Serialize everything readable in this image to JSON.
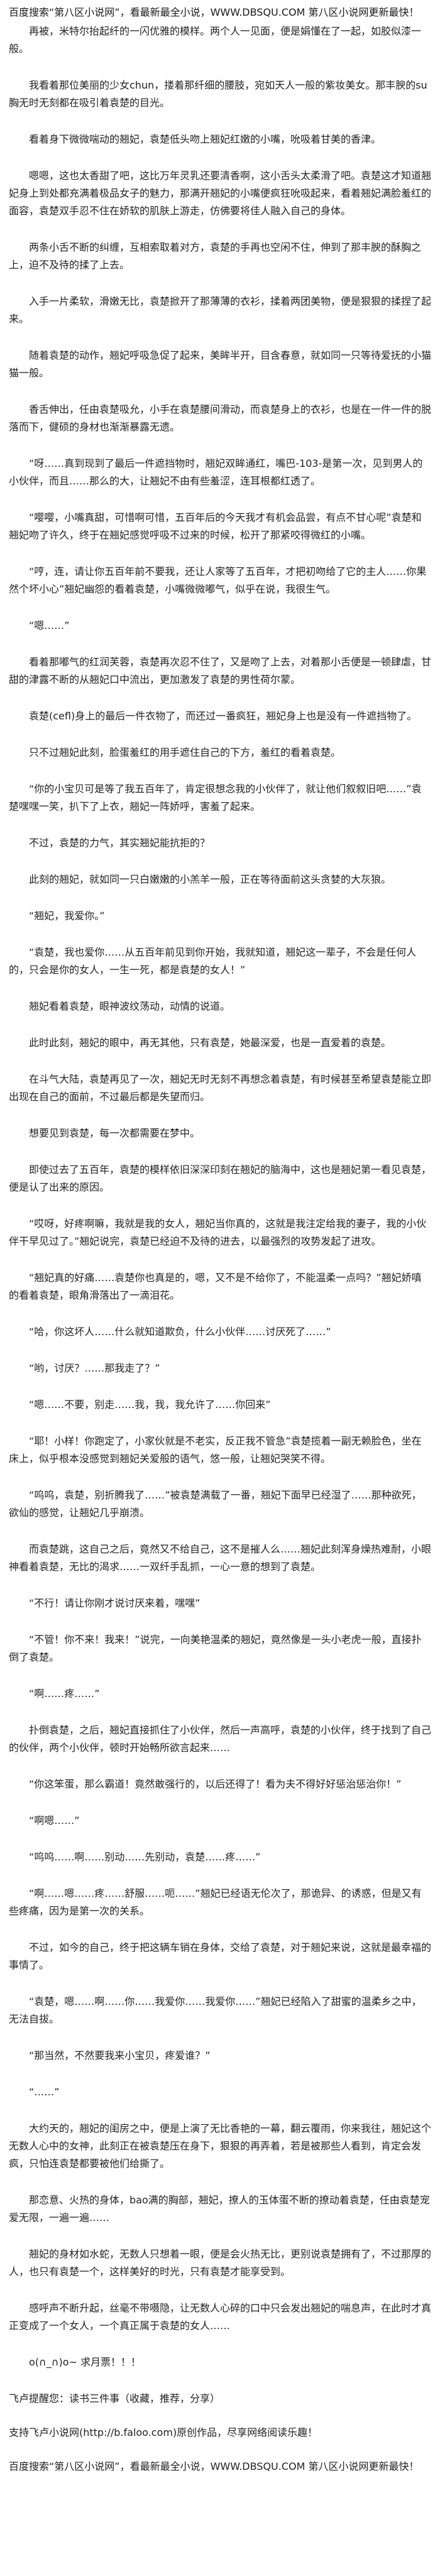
{
  "header": {
    "banner": "百度搜索“第八区小说网”，看最新最全小说，WWW.DBSQU.COM  第八区小说网更新最快！"
  },
  "paragraphs": [
    "再被，米特尔抬起纤的一闪优雅的模样。两个人一见面，便是娟懂在了一起，如胶似漆一般。",
    "我看着那位美丽的少女chun，搂着那纤细的腰肢，宛如天人一般的紫妆美女。那丰腴的su胸无时无刻都在吸引着袁楚的目光。",
    "看着身下微微喘动的翘妃，袁楚低头吻上翘妃红嫩的小嘴，吮吸着甘美的香津。",
    "嗯嗯，这也太香甜了吧，这比万年灵乳还要清香啊，这小舌头太柔滑了吧。袁楚这才知道翘妃身上到处都充满着极品女子的魅力，那满开翘妃的小嘴便疯狂吮吸起来，看着翘妃满脸羞红的面容，袁楚双手忍不住在娇软的肌肤上游走，仿佛要将佳人融入自己的身体。",
    "两条小舌不断的纠缠，互相索取着对方，袁楚的手再也空闲不住，伸到了那丰腴的酥胸之上，迫不及待的揉了上去。",
    "入手一片柔软，滑嫩无比，袁楚掀开了那薄薄的衣衫，揉着两团美物，便是狠狠的揉捏了起来。",
    "随着袁楚的动作，翘妃呼吸急促了起来，美眸半开，目含春意，就如同一只等待爱抚的小猫猫一般。",
    "香舌伸出，任由袁楚吸允，小手在袁楚腰间滑动，而袁楚身上的衣衫，也是在一件一件的脱落而下，健硕的身材也渐渐暴露无遗。",
    "“呀……真到现到了最后一件遮挡物时，翘妃双眸通红，嘴巴-103-是第一次，见到男人的小伙伴，而且……那么的大，让翘妃不由有些羞涩，连耳根都红透了。",
    "“嘤嘤，小嘴真甜，可惜啊可惜，五百年后的今天我才有机会品尝，有点不甘心呢”袁楚和翘妃吻了许久，终于在翘妃感觉呼吸不过来的时候，松开了那紧咬得微红的小嘴。",
    "“哼，连，请让你五百年前不要我，还让人家等了五百年，才把初吻给了它的主人……你果然个坏小心”翘妃幽怨的看着袁楚，小嘴微微嘟气，似乎在说，我很生气。",
    "“嗯……”",
    "看着那嘟气的红润芙蓉，袁楚再次忍不住了，又是吻了上去，对着那小舌便是一顿肆虐，甘甜的津露不断的从翘妃口中流出，更加激发了袁楚的男性荷尔蒙。",
    "袁楚(cefl)身上的最后一件衣物了，而还过一番疯狂，翘妃身上也是没有一件遮挡物了。",
    "只不过翘妃此刻，脸蛋羞红的用手遮住自己的下方，羞红的看着袁楚。",
    "“你的小宝贝可是等了我五百年了，肯定很想念我的小伙伴了，就让他们叙叙旧吧……”袁楚嘿嘿一笑，扒下了上衣，翘妃一阵娇呼，害羞了起来。",
    "不过，袁楚的力气，其实翘妃能抗拒的？",
    "此刻的翘妃，就如同一只白嫩嫩的小羔羊一般，正在等待面前这头贪婪的大灰狼。",
    "“翘妃，我爱你。”",
    "“袁楚，我也爱你……从五百年前见到你开始，我就知道，翘妃这一辈子，不会是任何人的，只会是你的女人，一生一死，都是袁楚的女人！”",
    "翘妃看着袁楚，眼神波纹荡动，动情的说道。",
    "此时此刻，翘妃的眼中，再无其他，只有袁楚，她最深爱，也是一直爱着的袁楚。",
    "在斗气大陆，袁楚再见了一次，翘妃无时无刻不再想念着袁楚，有时候甚至希望袁楚能立即出现在自己的面前，不过最后都是失望而归。",
    "想要见到袁楚，每一次都需要在梦中。",
    "即使过去了五百年，袁楚的模样依旧深深印刻在翘妃的脑海中，这也是翘妃第一看见袁楚，便是认了出来的原因。",
    "“哎呀，好疼啊嘛，我就是我的女人，翘妃当你真的，这就是我注定给我的妻子，我的小伙伴干早见过了。”翘妃说完，袁楚已经迫不及待的进去，以最强烈的攻势发起了进攻。",
    "“翘妃真的好痛……袁楚你也真是的，嗯，又不是不给你了，不能温柔一点吗？”翘妃娇嗔的看着袁楚，眼角滑落出了一滴泪花。",
    "“哈，你这坏人……什么就知道欺负，什么小伙伴……讨厌死了……”",
    "“哟，讨厌？……那我走了？”",
    "“嗯……不要，别走……我，我，我允许了……你回来”",
    "“耶！小样！你跑定了，小家伙就是不老实，反正我不管急”袁楚揽着一副无赖脸色，坐在床上，似乎根本没感觉到翘妃关爱般的语气，悠一般，让翘妃哭笑不得。",
    "“呜呜，袁楚，别折腾我了……”被袁楚满载了一番，翘妃下面早已经湿了……那种欲死，欲仙的感觉，让翘妃几乎崩溃。",
    "而袁楚跳，这自己之后，竟然又不给自己，这不是摧人么……翘妃此刻浑身燥热难耐，小眼神看着袁楚，无比的渴求……一双纤手乱抓，一心一意的想到了袁楚。",
    "“不行！请让你刚才说讨厌来着，嘿嘿”",
    "“不管！你不来！我来！”说完，一向美艳温柔的翘妃，竟然像是一头小老虎一般，直接扑倒了袁楚。",
    "“啊……疼……”",
    "扑倒袁楚，之后，翘妃直接抓住了小伙伴，然后一声高呼，袁楚的小伙伴，终于找到了自己的伙伴，两个小伙伴，顿时开始畅所欲言起来……",
    "“你这笨蛋，那么霸道！竟然敢强行的，以后还得了！看为夫不得好好惩治惩治你！”",
    "“啊嗯……”",
    "“呜呜……啊……别动……先别动，袁楚……疼……”",
    "“啊……嗯……疼……舒服……呃……”翘妃已经语无伦次了，那诡异、的诱惑，但是又有些疼痛，因为是第一次的关系。",
    "不过，如今的自己，终于把这辆车销在身体，交给了袁楚，对于翘妃来说，这就是最幸福的事情了。",
    "“袁楚，嗯……啊……你……我爱你……我爱你……”翘妃已经陷入了甜蜜的温柔乡之中，无法自拔。",
    "“那当然，不然要我来小宝贝，疼爱谁？”",
    "“……”",
    "大约天的，翘妃的闺房之中，便是上演了无比香艳的一幕，翻云覆雨，你来我往，翘妃这个无数人心中的女神，此刻正在被袁楚压在身下，狠狠的再弄着，若是被那些人看到，肯定会发疯，只怕连袁楚都要被他们给撕了。",
    "那恋意、火热的身体，bao满的胸部，翘妃，撩人的玉体蛋不断的撩动着袁楚，任由袁楚宠爱无限，一遍一遍……",
    "翘妃的身材如水蛇，无数人只想着一眼，便是会火热无比，更别说袁楚拥有了，不过那厚的人，也只有袁楚一个，这样美好的时光，只有袁楚才能享受到。",
    "感呼声不断升起，丝毫不带嗫隐，让无数人心碎的口中只会发出翘妃的喘息声，在此时才真正变成了一个女人，一个真正属于袁楚的女人……",
    "o(∩_∩)o~ 求月票！！！"
  ],
  "footer": {
    "lines": [
      "飞卢提醒您：读书三件事（收藏，推荐，分享）",
      "支持飞卢小说网(http://b.faloo.com)原创作品，尽享网络阅读乐趣！"
    ],
    "bottom_banner": "百度搜索“第八区小说网”，看最新最全小说，WWW.DBSQU.COM  第八区小说网更新最快！"
  }
}
